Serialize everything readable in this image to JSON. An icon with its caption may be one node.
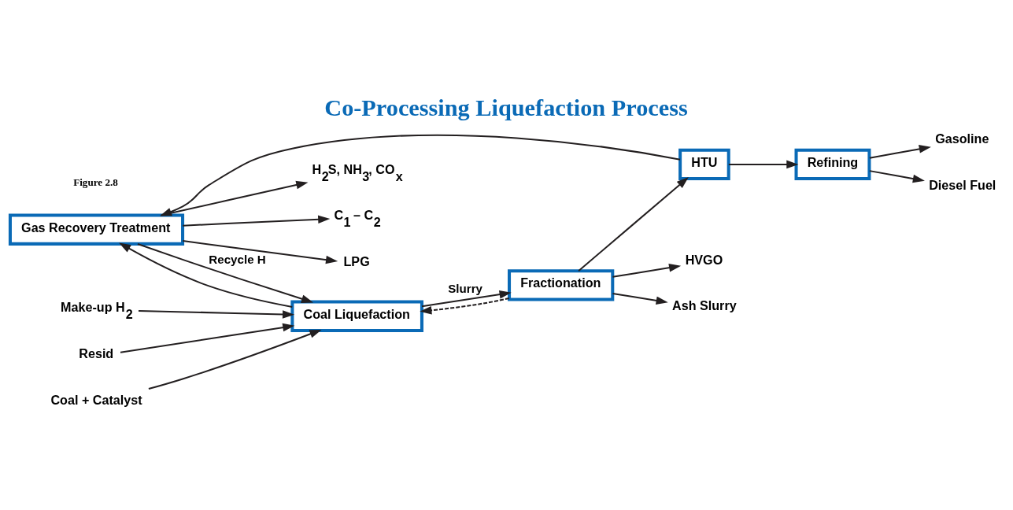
{
  "diagram": {
    "title": "Co-Processing Liquefaction Process",
    "nodes": [
      {
        "text": [
          "Gas Recovery Treatment"
        ]
      },
      {
        "text": [
          "Make-up H$_{2}$"
        ]
      },
      {
        "text": [
          "Resid"
        ]
      },
      {
        "text": [
          "Coal + Catalyst"
        ]
      },
      {
        "text": [
          "Coal Liquefaction"
        ]
      },
      {
        "text": [
          "HTU"
        ]
      },
      {
        "text": [
          "Refining"
        ]
      },
      {
        "text": [
          "Fractionation"
        ]
      },
      {
        "text": [
          "H$_{2}$S, NH$_{3}$, CO$_{x}$"
        ]
      },
      {
        "text": [
          "C$_{1}$ – C$_{2}$"
        ]
      },
      {
        "text": [
          "LPG"
        ]
      },
      {
        "text": [
          "Gasoline"
        ]
      },
      {
        "text": [
          "Diesel Fuel"
        ]
      },
      {
        "text": [
          "HVGO"
        ]
      },
      {
        "text": [
          "Ash Slurry"
        ]
      }
    ],
    "edges": [
      {
        "from": 0,
        "to": 8,
        "arrow": "to"
      },
      {
        "from": 0,
        "to": 9,
        "arrow": "to"
      },
      {
        "from": 0,
        "to": 10,
        "arrow": "to"
      },
      {
        "from": 1,
        "to": 4,
        "arrow": "to"
      },
      {
        "from": 0,
        "to": 4,
        "arrow": "to",
        "label": "Recycle H"
      },
      {
        "from": 2,
        "to": 4,
        "arrow": "to"
      },
      {
        "from": 3,
        "to": 4,
        "arrow": "to"
      },
      {
        "from": 4,
        "to": 0,
        "arrow": "to"
      },
      {
        "from": 5,
        "to": 0,
        "arrow": "to"
      },
      {
        "from": 5,
        "to": 6,
        "arrow": "to"
      },
      {
        "from": 6,
        "to": 11,
        "arrow": "to"
      },
      {
        "from": 6,
        "to": 12,
        "arrow": "to"
      },
      {
        "from": 4,
        "to": 7,
        "arrow": "to",
        "label": "Slurry"
      },
      {
        "from": 7,
        "to": 5,
        "arrow": "to"
      },
      {
        "from": 7,
        "to": 4,
        "arrow": "to",
        "style": "dashed"
      },
      {
        "from": 7,
        "to": 13,
        "arrow": "to"
      },
      {
        "from": 7,
        "to": 14,
        "arrow": "to"
      }
    ],
    "labels": [
      "Figure 2.8"
    ]
  }
}
